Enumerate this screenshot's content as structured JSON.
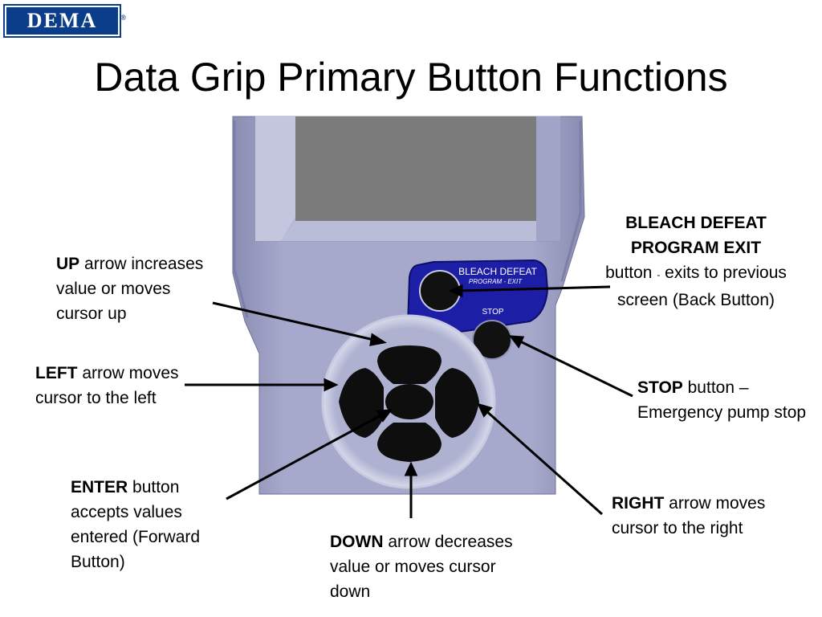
{
  "logo": {
    "text": "DEMA",
    "reg": "®"
  },
  "title": "Data Grip Primary Button Functions",
  "device": {
    "bleach_label_1": "BLEACH DEFEAT",
    "bleach_label_2": "PROGRAM - EXIT",
    "stop_label": "STOP"
  },
  "callouts": {
    "up": {
      "bold": "UP",
      "text": " arrow increases value or moves cursor up"
    },
    "left": {
      "bold": "LEFT",
      "text": " arrow moves cursor to the left"
    },
    "enter": {
      "bold": "ENTER",
      "text": " button accepts values entered (Forward Button)"
    },
    "down": {
      "bold": "DOWN",
      "text": " arrow decreases value or moves cursor down"
    },
    "right": {
      "bold": "RIGHT",
      "text": " arrow moves cursor to the right"
    },
    "stop": {
      "bold": "STOP",
      "text": " button – Emergency pump stop"
    },
    "bleach": {
      "bold": "BLEACH DEFEAT PROGRAM EXIT",
      "text_a": "button ",
      "sep": "-",
      "text_b": " exits to previous screen (Back Button)"
    }
  },
  "colors": {
    "device_body": "#9ea1c4",
    "screen": "#7b7b7b",
    "bleach_panel": "#1c1ea6",
    "logo_bg": "#0a3d8a"
  }
}
